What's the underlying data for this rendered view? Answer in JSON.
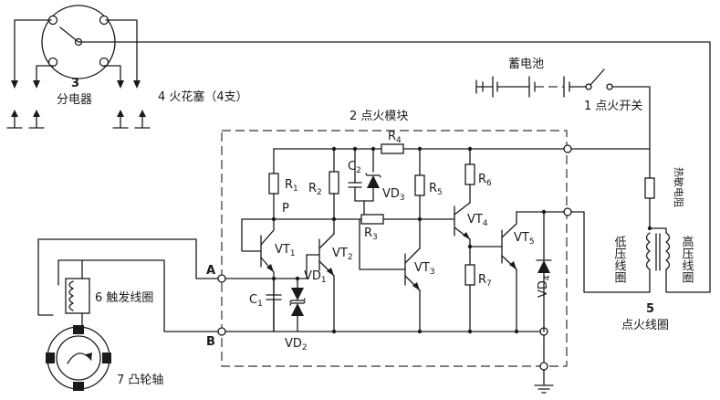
{
  "labels": {
    "distributor_num": "3",
    "distributor": "分电器",
    "spark_plug": "4 火花塞（4支）",
    "module": "2 点火模块",
    "battery": "蓄电池",
    "switch": "1 点火开关",
    "resistor_v": "热敏电阻",
    "low_coil": "低压线圈",
    "high_coil": "高压线圈",
    "coil_num": "5",
    "coil": "点火线圈",
    "trigger": "6 触发线圈",
    "cam": "7 凸轮轴",
    "node_a": "A",
    "node_b": "B",
    "node_p": "P",
    "R1": "R",
    "R1_sub": "1",
    "R2": "R",
    "R2_sub": "2",
    "R3": "R",
    "R3_sub": "3",
    "R4": "R",
    "R4_sub": "4",
    "R5": "R",
    "R5_sub": "5",
    "R6": "R",
    "R6_sub": "6",
    "R7": "R",
    "R7_sub": "7",
    "C1": "C",
    "C1_sub": "1",
    "C2": "C",
    "C2_sub": "2",
    "VD1": "VD",
    "VD1_sub": "1",
    "VD2": "VD",
    "VD2_sub": "2",
    "VD3": "VD",
    "VD3_sub": "3",
    "VD4": "VD",
    "VD4_sub": "4",
    "VT1": "VT",
    "VT1_sub": "1",
    "VT2": "VT",
    "VT2_sub": "2",
    "VT3": "VT",
    "VT3_sub": "3",
    "VT4": "VT",
    "VT4_sub": "4",
    "VT5": "VT",
    "VT5_sub": "5"
  }
}
